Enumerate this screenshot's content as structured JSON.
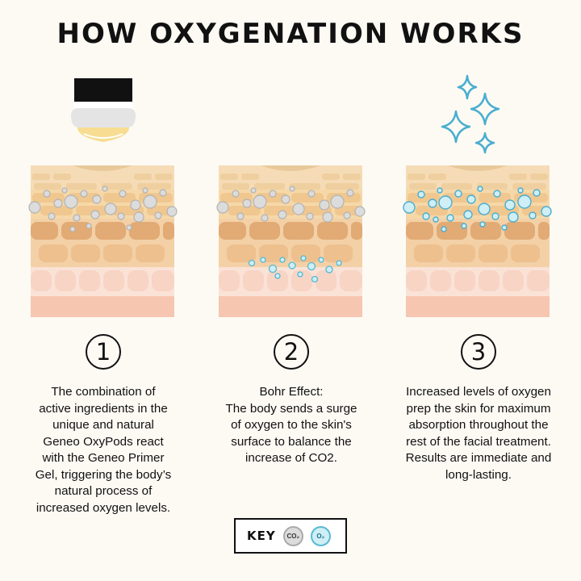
{
  "title": "HOW OXYGENATION WORKS",
  "steps": [
    {
      "number": "1",
      "text": [
        "The combination of",
        "active ingredients in the",
        "unique and natural",
        "Geneo OxyPods react",
        "with the Geneo Primer",
        "Gel, triggering the body’s",
        "natural process of",
        "increased oxygen levels."
      ]
    },
    {
      "number": "2",
      "text": [
        "Bohr Effect:",
        "The body sends a surge",
        "of oxygen to the skin's",
        "surface to balance the",
        "increase of CO2."
      ]
    },
    {
      "number": "3",
      "text": [
        "Increased levels of oxygen",
        "prep the skin for maximum",
        "absorption throughout the",
        "rest of the facial treatment.",
        "Results are immediate and",
        "long-lasting."
      ]
    }
  ],
  "key": {
    "label": "KEY",
    "co2": "CO₂",
    "o2": "O₂"
  },
  "colors": {
    "co2_bubble": "#d8d8d8",
    "o2_bubble": "#8fd6ea",
    "skin_top": "#f5dcb6",
    "skin_mid": "#eab98a",
    "skin_bottom": "#f6c9b4",
    "sparkle": "#4aaecf"
  },
  "icons": [
    "device-icon",
    "sparkle-icon"
  ]
}
